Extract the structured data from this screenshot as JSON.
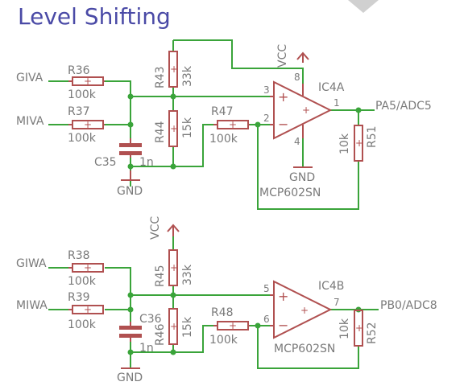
{
  "title": "Level Shifting",
  "top": {
    "in1": "GIVA",
    "in2": "MIVA",
    "r_in1": {
      "name": "R36",
      "value": "100k"
    },
    "r_in2": {
      "name": "R37",
      "value": "100k"
    },
    "r_up": {
      "name": "R43",
      "value": "33k"
    },
    "r_dn": {
      "name": "R44",
      "value": "15k"
    },
    "r_ser": {
      "name": "R47",
      "value": "100k"
    },
    "r_fb": {
      "name": "R51",
      "value": "10k"
    },
    "cap": {
      "name": "C35",
      "value": "1n"
    },
    "gnd": "GND",
    "opamp": {
      "name": "IC4A",
      "part": "MCP602SN",
      "pin_plus": "3",
      "pin_minus": "2",
      "pin_out": "1",
      "pin_vcc": "8",
      "pin_gnd": "4"
    },
    "vcc": "VCC",
    "out": "PA5/ADC5"
  },
  "bottom": {
    "in1": "GIWA",
    "in2": "MIWA",
    "r_in1": {
      "name": "R38",
      "value": "100k"
    },
    "r_in2": {
      "name": "R39",
      "value": "100k"
    },
    "r_up": {
      "name": "R45",
      "value": "33k"
    },
    "r_dn": {
      "name": "R46",
      "value": "15k"
    },
    "r_ser": {
      "name": "R48",
      "value": "100k"
    },
    "r_fb": {
      "name": "R52",
      "value": "10k"
    },
    "cap": {
      "name": "C36",
      "value": "1n"
    },
    "gnd": "GND",
    "opamp": {
      "name": "IC4B",
      "part": "MCP602SN",
      "pin_plus": "5",
      "pin_minus": "6",
      "pin_out": "7"
    },
    "vcc": "VCC",
    "out": "PB0/ADC8"
  }
}
